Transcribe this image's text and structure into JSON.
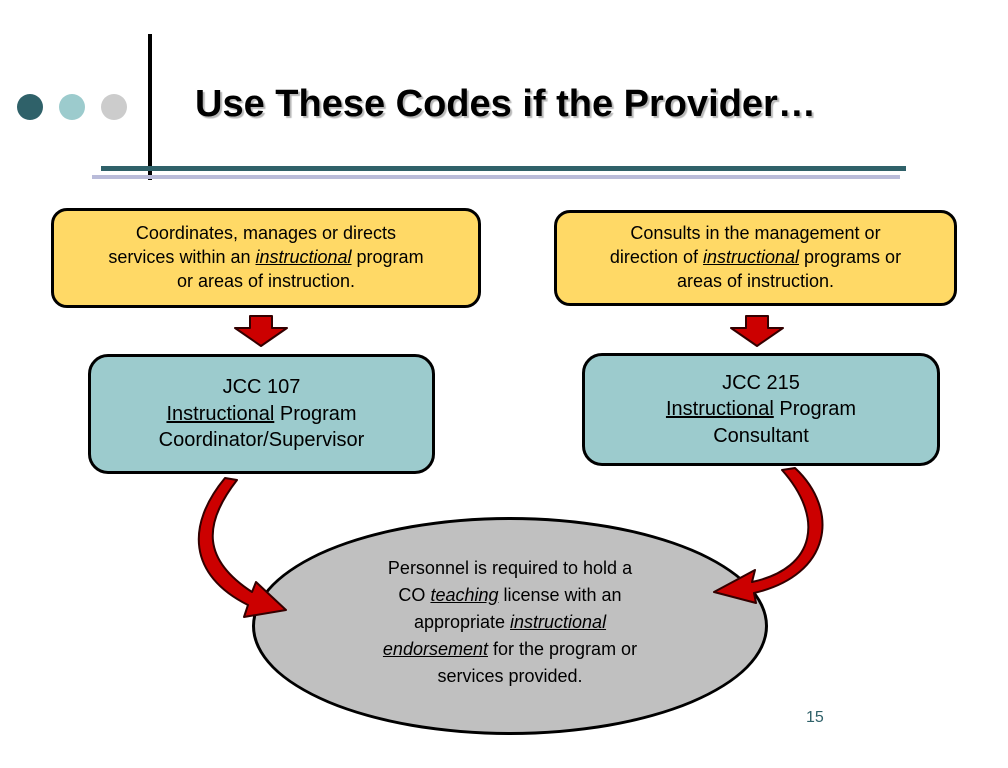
{
  "title": "Use These Codes if the Provider…",
  "left_condition": {
    "line1": "Coordinates, manages or directs",
    "line2_pre": "services within an ",
    "line2_em": "instructional",
    "line2_post": " program",
    "line3": "or areas of instruction."
  },
  "right_condition": {
    "line1": "Consults in the management or",
    "line2_pre": "direction of ",
    "line2_em": "instructional",
    "line2_post": " programs or",
    "line3": "areas of instruction."
  },
  "left_code": {
    "code": "JCC 107",
    "line2_u": "Instructional",
    "line2_rest": " Program",
    "line3": "Coordinator/Supervisor"
  },
  "right_code": {
    "code": "JCC 215",
    "line2_u": "Instructional",
    "line2_rest": " Program",
    "line3": "Consultant"
  },
  "requirement": {
    "line1": "Personnel is required to hold a",
    "line2_pre": "CO ",
    "line2_em": "teaching",
    "line2_post": " license with an",
    "line3_pre": "appropriate ",
    "line3_em": "instructional",
    "line4_em": "endorsement",
    "line4_post": " for the program or",
    "line5": "services provided."
  },
  "page_number": "15",
  "colors": {
    "condition_fill": "#ffd966",
    "code_fill": "#9ccbcd",
    "requirement_fill": "#c0c0c0",
    "arrow_fill": "#cc0000",
    "accent": "#2f6169"
  }
}
